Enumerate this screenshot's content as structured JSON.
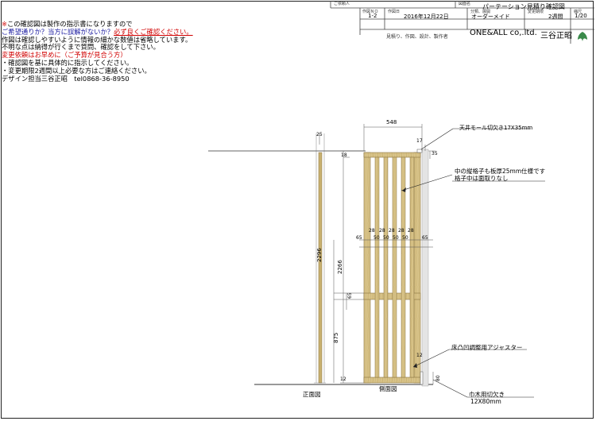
{
  "notes": {
    "line1": "この確認図は製作の指示書になりますので",
    "line2a": "ご希望通りか？当方に誤解がないか？",
    "line2b": "必ず良くご確認ください。",
    "line3": "作図は確認しやすいように情報の細かな数値は省略しています。",
    "line4": "不明な点は納得が行くまで質問、確認をして下さい。",
    "line5": "変更依頼はお早めに（ご予算が見合う方）",
    "line6": "・確認図を基に具体的に指示してください。",
    "line7": "・変更期限2週間以上必要な方はご連絡ください。",
    "line8": "デザイン担当三谷正昭　tel0868-36-8950"
  },
  "title_block": {
    "customer_label": "ご依頼人",
    "drawing_name_label": "図面名",
    "drawing_name": "パーテーション見積り確認図",
    "drawing_no_label": "作図ＮＯ",
    "drawing_no": "1-2",
    "date_label": "作図日",
    "date": "2016年12月22日",
    "category_label": "分類、展開",
    "category": "オーダーメイド",
    "delivery_label": "変更期限",
    "delivery": "2週間",
    "scale_label": "縮尺",
    "scale": "1/20",
    "roles": "見積り、作図、設計、製作者",
    "company": "ONE&ALL co,.ltd.",
    "designer": "三谷正昭"
  },
  "dimensions": {
    "width_total": "548",
    "gap_17": "17",
    "gap_35": "35",
    "height_2296": "2296",
    "height_2266": "2266",
    "dim_875": "875",
    "dim_65_a": "65",
    "dim_65_b": "65",
    "dim_65_c": "65",
    "dim_18": "18",
    "dim_12_a": "12",
    "dim_12_b": "12",
    "dim_25": "25",
    "dim_80": "80",
    "slats_28": [
      "28",
      "28",
      "28",
      "28",
      "28"
    ],
    "gaps_50": [
      "50",
      "50",
      "50",
      "50"
    ]
  },
  "callouts": {
    "ceiling": "天井モール切欠き17X35mm",
    "slats_a": "中の縦格子も板厚25mm仕様です",
    "slats_b": "格子中は面取りなし",
    "adjuster": "床凸凹調整用アジャスター",
    "baseboard_a": "巾木用切欠き",
    "baseboard_b": "12X80mm"
  },
  "view_labels": {
    "front": "正面図",
    "side": "側面図"
  }
}
